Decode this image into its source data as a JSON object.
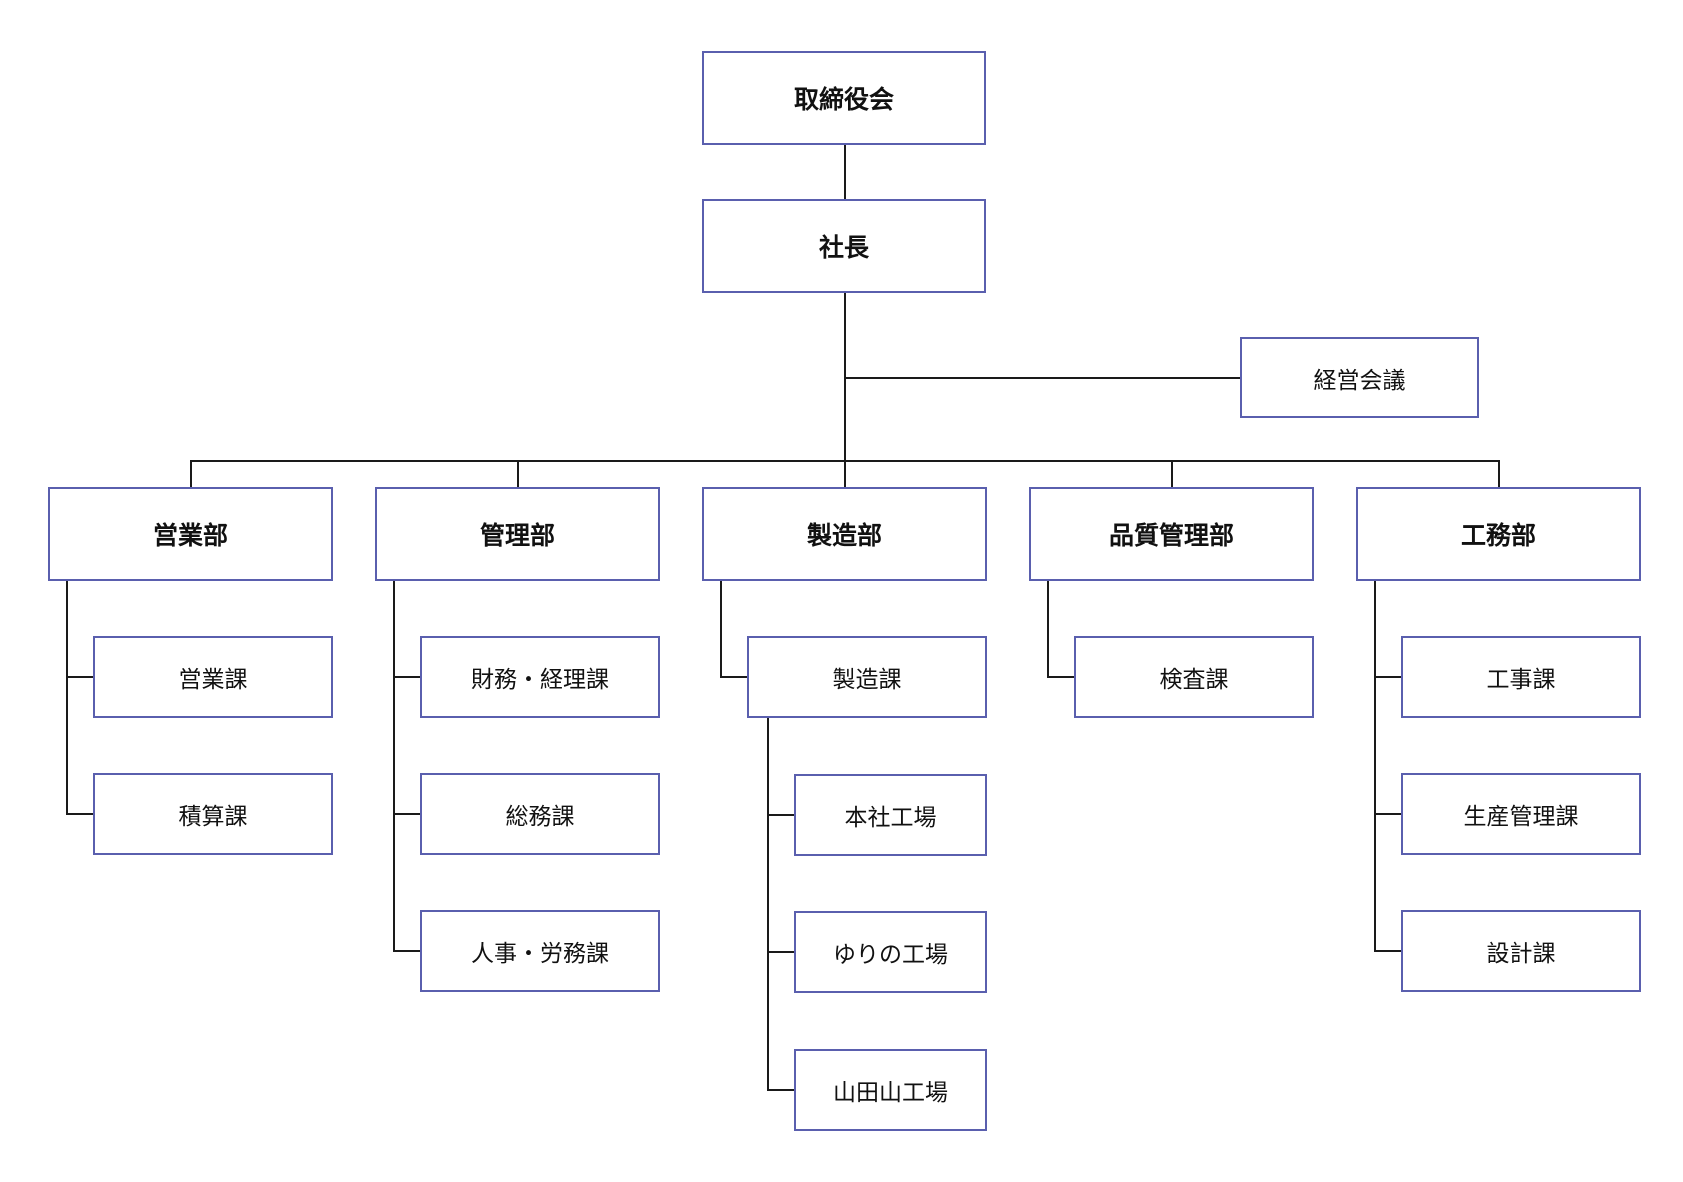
{
  "colors": {
    "box_border": "#5a5fae",
    "line": "#1a1a1a",
    "text": "#111111",
    "background": "#ffffff"
  },
  "top": {
    "board": "取締役会",
    "president": "社長",
    "management_meeting": "経営会議"
  },
  "departments": [
    {
      "name": "営業部",
      "sections": [
        "営業課",
        "積算課"
      ]
    },
    {
      "name": "管理部",
      "sections": [
        "財務・経理課",
        "総務課",
        "人事・労務課"
      ]
    },
    {
      "name": "製造部",
      "sections": [
        "製造課"
      ],
      "factories": [
        "本社工場",
        "ゆりの工場",
        "山田山工場"
      ]
    },
    {
      "name": "品質管理部",
      "sections": [
        "検査課"
      ]
    },
    {
      "name": "工務部",
      "sections": [
        "工事課",
        "生産管理課",
        "設計課"
      ]
    }
  ]
}
